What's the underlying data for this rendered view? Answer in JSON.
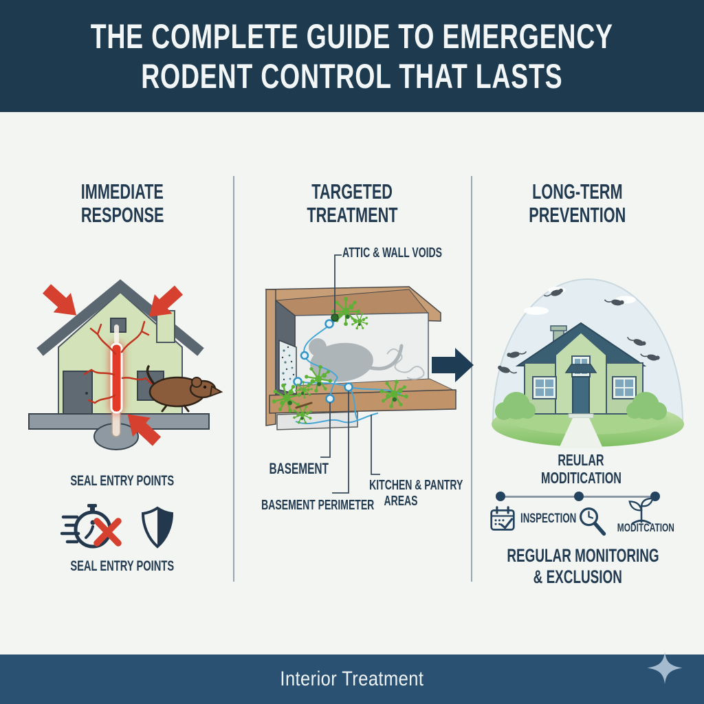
{
  "header": {
    "title_line1": "THE COMPLETE GUIDE TO EMERGENCY",
    "title_line2": "RODENT CONTROL THAT LASTS"
  },
  "columns": {
    "immediate_response": {
      "heading_line1": "IMMEDIATE",
      "heading_line2": "RESPONSE",
      "caption_top": "SEAL ENTRY POINTS",
      "caption_bottom": "SEAL ENTRY POINTS"
    },
    "targeted_treatment": {
      "heading_line1": "TARGETED",
      "heading_line2": "TREATMENT",
      "callout_attic": "ATTIC & WALL VOIDS",
      "callout_basement": "BASEMENT",
      "callout_basement_perimeter": "BASEMENT PERIMETER",
      "callout_kitchen_line1": "KITCHEN & PANTRY",
      "callout_kitchen_line2": "AREAS"
    },
    "long_term_prevention": {
      "heading_line1": "LONG-TERM",
      "heading_line2": "PREVENTION",
      "subtitle_line1": "REULAR",
      "subtitle_line2": "MODITICATION",
      "timeline_label_inspection": "INSPECTION",
      "timeline_label_modification": "MODITCATION",
      "caption_line1": "REGULAR MONITORING",
      "caption_line2": "& EXCLUSION"
    }
  },
  "footer": {
    "label": "Interior Treatment"
  },
  "icons": [
    "pressure-arrow-icon",
    "rapid-response-stopwatch-icon",
    "red-x-icon",
    "shield-icon",
    "flow-arrow-icon",
    "calendar-check-icon",
    "magnifier-clock-icon",
    "plant-growth-icon",
    "sparkle-diamond-icon"
  ],
  "colors": {
    "header_bg": "#1d3a4e",
    "footer_bg": "#2b5172",
    "body_bg": "#f3f5f3",
    "heading_text": "#223a50",
    "divider": "#8795a1",
    "alert_red": "#d6402e",
    "treatment_green": "#5fb037",
    "path_blue": "#45a6d6",
    "arrow_navy": "#1f3c55",
    "house_green": "#d3e2b8",
    "roof_gray": "#5b6770",
    "platform_gray": "#8e99a1",
    "rodent_brown": "#8a5c3b",
    "wood_tan": "#c89e77",
    "dark_wall": "#5d656e",
    "dome_blue": "#e4eef2",
    "dome_house_roof": "#3a5e72",
    "sparkle_diamond": "#a4bbcf"
  }
}
